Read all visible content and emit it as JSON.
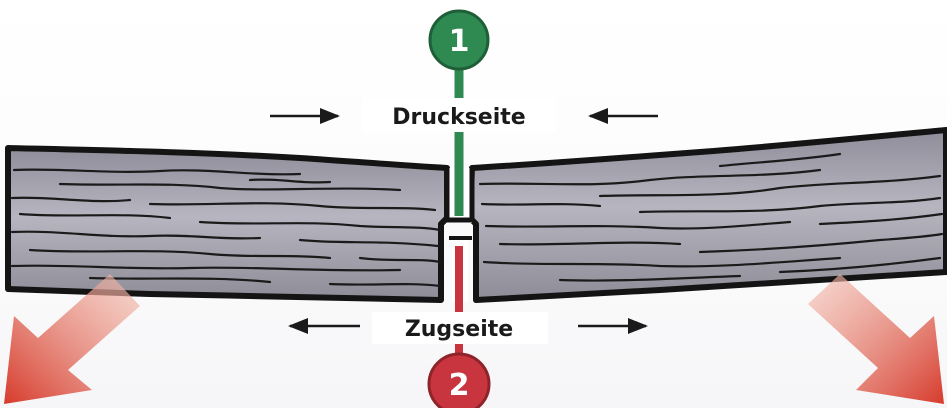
{
  "diagram": {
    "compression_label": "Druckseite",
    "tension_label": "Zugseite",
    "marker_top": "1",
    "marker_bottom": "2",
    "colors": {
      "marker_top": "#2f8a52",
      "marker_bottom": "#c9353f",
      "corner_arrows": "#d94a3a",
      "wood": "#a9a7b2",
      "outline": "#141414"
    }
  }
}
